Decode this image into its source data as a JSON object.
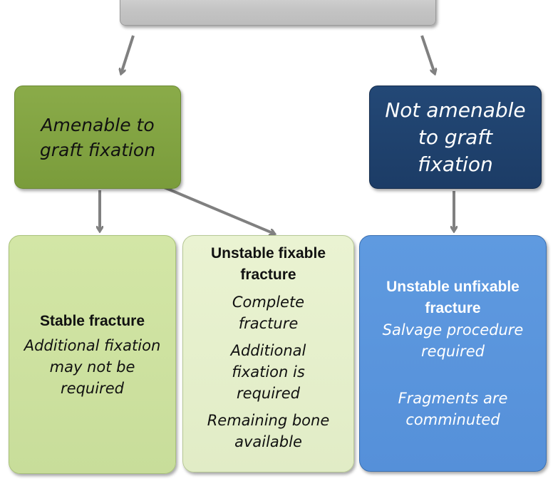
{
  "diagram": {
    "top_node": {
      "label": ""
    },
    "amenable_node": {
      "label": "Amenable to graft fixation",
      "color": "#7f9f3f"
    },
    "not_amenable_node": {
      "label": "Not amenable to graft fixation",
      "color": "#1f4370"
    },
    "stable_node": {
      "title": "Stable fracture",
      "details": [
        "Additional fixation may not be required"
      ],
      "color": "#cfe3a1"
    },
    "unstable_fixable_node": {
      "title": "Unstable fixable fracture",
      "details": [
        "Complete fracture",
        "Additional fixation is required",
        "Remaining bone available"
      ],
      "color": "#e6f0cd"
    },
    "unstable_unfixable_node": {
      "title": "Unstable unfixable fracture",
      "details": [
        "Salvage procedure required",
        "Fragments are comminuted"
      ],
      "color": "#5a95dd"
    },
    "edges": [
      {
        "from": "top_node",
        "to": "amenable_node"
      },
      {
        "from": "top_node",
        "to": "not_amenable_node"
      },
      {
        "from": "amenable_node",
        "to": "stable_node"
      },
      {
        "from": "amenable_node",
        "to": "unstable_fixable_node"
      },
      {
        "from": "not_amenable_node",
        "to": "unstable_unfixable_node"
      }
    ],
    "arrow_color": "#808080"
  }
}
